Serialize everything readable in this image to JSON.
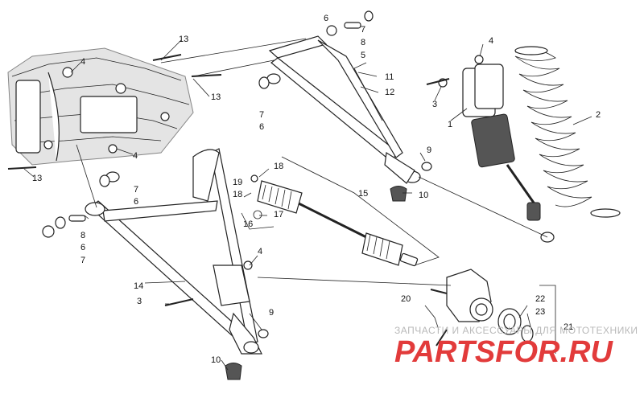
{
  "callouts": {
    "c13a": "13",
    "c13b": "13",
    "c13c": "13",
    "c4a": "4",
    "c4b": "4",
    "c4c": "4",
    "c4d": "4",
    "c6a": "6",
    "c6b": "6",
    "c6c": "6",
    "c6d": "6",
    "c7a": "7",
    "c7b": "7",
    "c7c": "7",
    "c7d": "7",
    "c8a": "8",
    "c8b": "8",
    "c5": "5",
    "c11": "11",
    "c12": "12",
    "c9a": "9",
    "c9b": "9",
    "c10a": "10",
    "c10b": "10",
    "c3a": "3",
    "c3b": "3",
    "c1": "1",
    "c2": "2",
    "c15": "15",
    "c16": "16",
    "c17": "17",
    "c18a": "18",
    "c18b": "18",
    "c19": "19",
    "c14": "14",
    "c20": "20",
    "c21": "21",
    "c22": "22",
    "c23": "23"
  },
  "watermark": {
    "subtitle": "ЗАПЧАСТИ И АКСЕССУАРЫ ДЛЯ МОТОТЕХНИКИ",
    "brand": "PARTSFOR.RU"
  },
  "colors": {
    "brand_red": "#e23b3b",
    "line": "#222222"
  }
}
